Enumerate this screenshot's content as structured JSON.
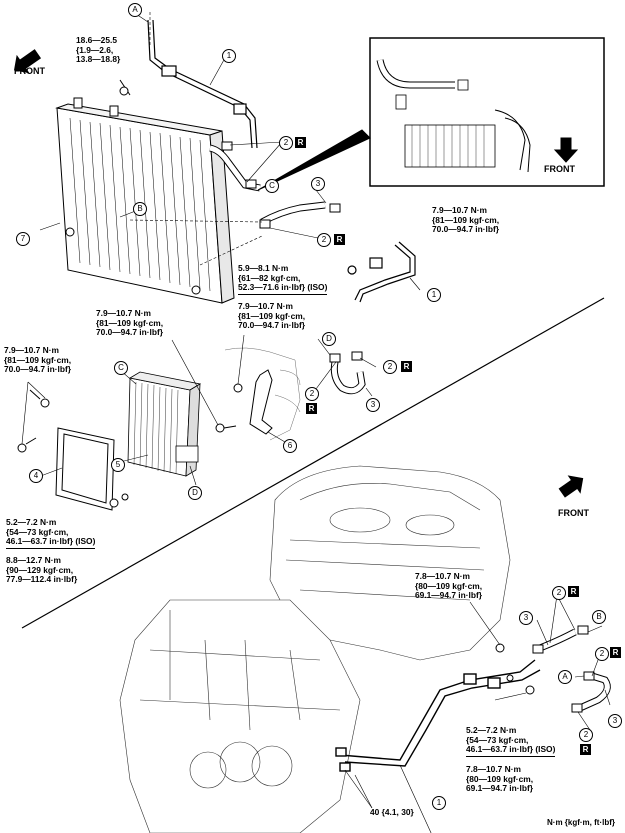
{
  "front_labels": [
    "FRONT",
    "FRONT",
    "FRONT"
  ],
  "part_numbers": [
    "1",
    "2",
    "3",
    "4",
    "5",
    "6",
    "7"
  ],
  "point_letters": [
    "A",
    "B",
    "C",
    "D"
  ],
  "replace_mark": "R",
  "torque_specs": {
    "t1": [
      "18.6—25.5",
      "{1.9—2.6,",
      "13.8—18.8}"
    ],
    "t2": [
      "7.9—10.7 N·m",
      "{81—109 kgf·cm,",
      "70.0—94.7 in·lbf}"
    ],
    "t3": [
      "5.9—8.1 N·m",
      "{61—82 kgf·cm,",
      "52.3—71.6 in·lbf} (ISO)"
    ],
    "t4": [
      "7.9—10.7 N·m",
      "{81—109 kgf·cm,",
      "70.0—94.7 in·lbf}"
    ],
    "t5": [
      "7.9—10.7 N·m",
      "{81—109 kgf·cm,",
      "70.0—94.7 in·lbf}"
    ],
    "t6": [
      "7.9—10.7 N·m",
      "{81—109 kgf·cm,",
      "70.0—94.7 in·lbf}"
    ],
    "t7": [
      "5.2—7.2 N·m",
      "{54—73 kgf·cm,",
      "46.1—63.7 in·lbf} (ISO)"
    ],
    "t8": [
      "8.8—12.7 N·m",
      "{90—129 kgf·cm,",
      "77.9—112.4 in·lbf}"
    ],
    "t9": [
      "7.8—10.7 N·m",
      "{80—109 kgf·cm,",
      "69.1—94.7 in·lbf}"
    ],
    "t10": [
      "5.2—7.2 N·m",
      "{54—73 kgf·cm,",
      "46.1—63.7 in·lbf} (ISO)"
    ],
    "t11": [
      "7.8—10.7 N·m",
      "{80—109 kgf·cm,",
      "69.1—94.7 in·lbf}"
    ],
    "t12": "40 {4.1, 30}"
  },
  "units_note": "N·m {kgf·m, ft·lbf}"
}
